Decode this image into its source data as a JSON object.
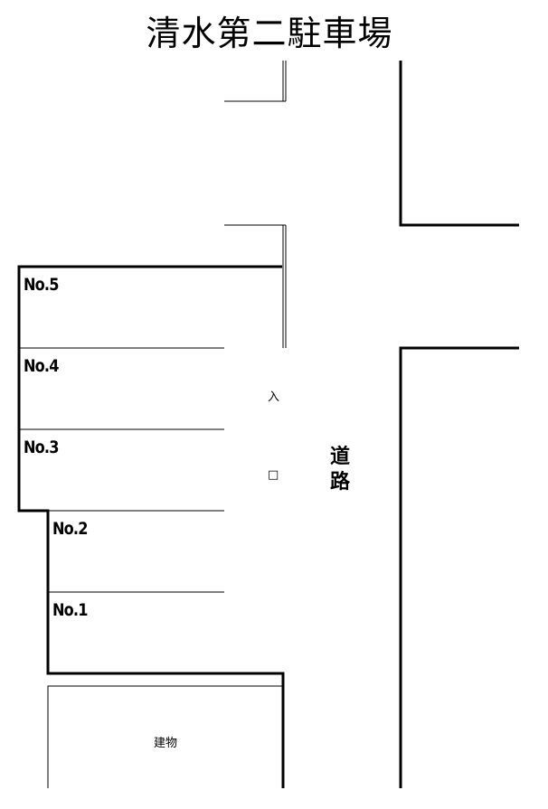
{
  "title": "清水第二駐車場",
  "slots": [
    {
      "label": "No.5"
    },
    {
      "label": "No.4"
    },
    {
      "label": "No.3"
    },
    {
      "label": "No.2"
    },
    {
      "label": "No.1"
    }
  ],
  "entrance_label": "入",
  "exit_label": "□",
  "road_label_line1": "道",
  "road_label_line2": "路",
  "building_label": "建物"
}
